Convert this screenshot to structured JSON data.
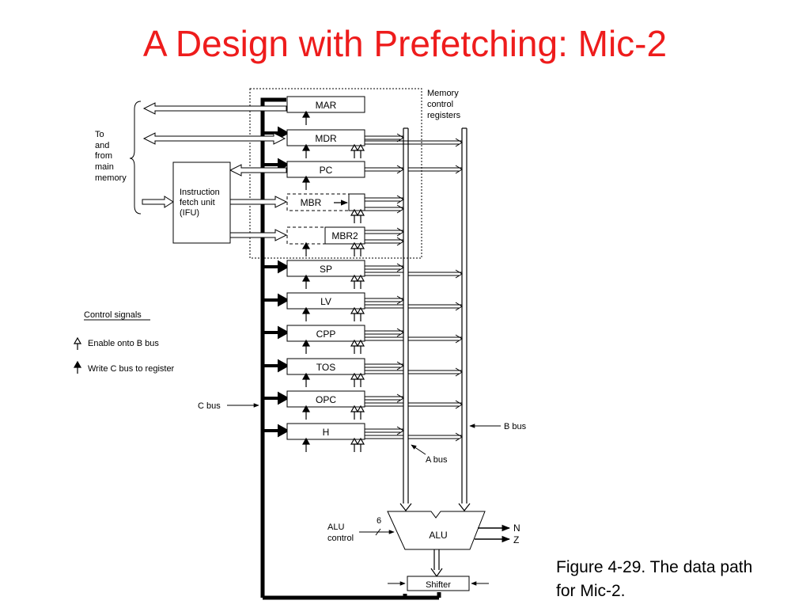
{
  "slide": {
    "title": "A Design with Prefetching: Mic-2",
    "caption_line1": "Figure 4-29. The data path",
    "caption_line2": "for Mic-2."
  },
  "diagram": {
    "registers": {
      "mar": "MAR",
      "mdr": "MDR",
      "pc": "PC",
      "mbr": "MBR",
      "mbr2": "MBR2",
      "sp": "SP",
      "lv": "LV",
      "cpp": "CPP",
      "tos": "TOS",
      "opc": "OPC",
      "h": "H"
    },
    "labels": {
      "memory_control": [
        "Memory",
        "control",
        "registers"
      ],
      "to_from_memory": [
        "To",
        "and",
        "from",
        "main",
        "memory"
      ],
      "ifu": [
        "Instruction",
        "fetch unit",
        "(IFU)"
      ],
      "control_signals": "Control signals",
      "enable_b": "Enable onto B bus",
      "write_c": "Write C bus to register",
      "c_bus": "C bus",
      "b_bus": "B bus",
      "a_bus": "A bus",
      "alu_control": [
        "ALU",
        "control"
      ],
      "alu_control_width": "6",
      "alu": "ALU",
      "n": "N",
      "z": "Z",
      "shifter": "Shifter"
    }
  }
}
